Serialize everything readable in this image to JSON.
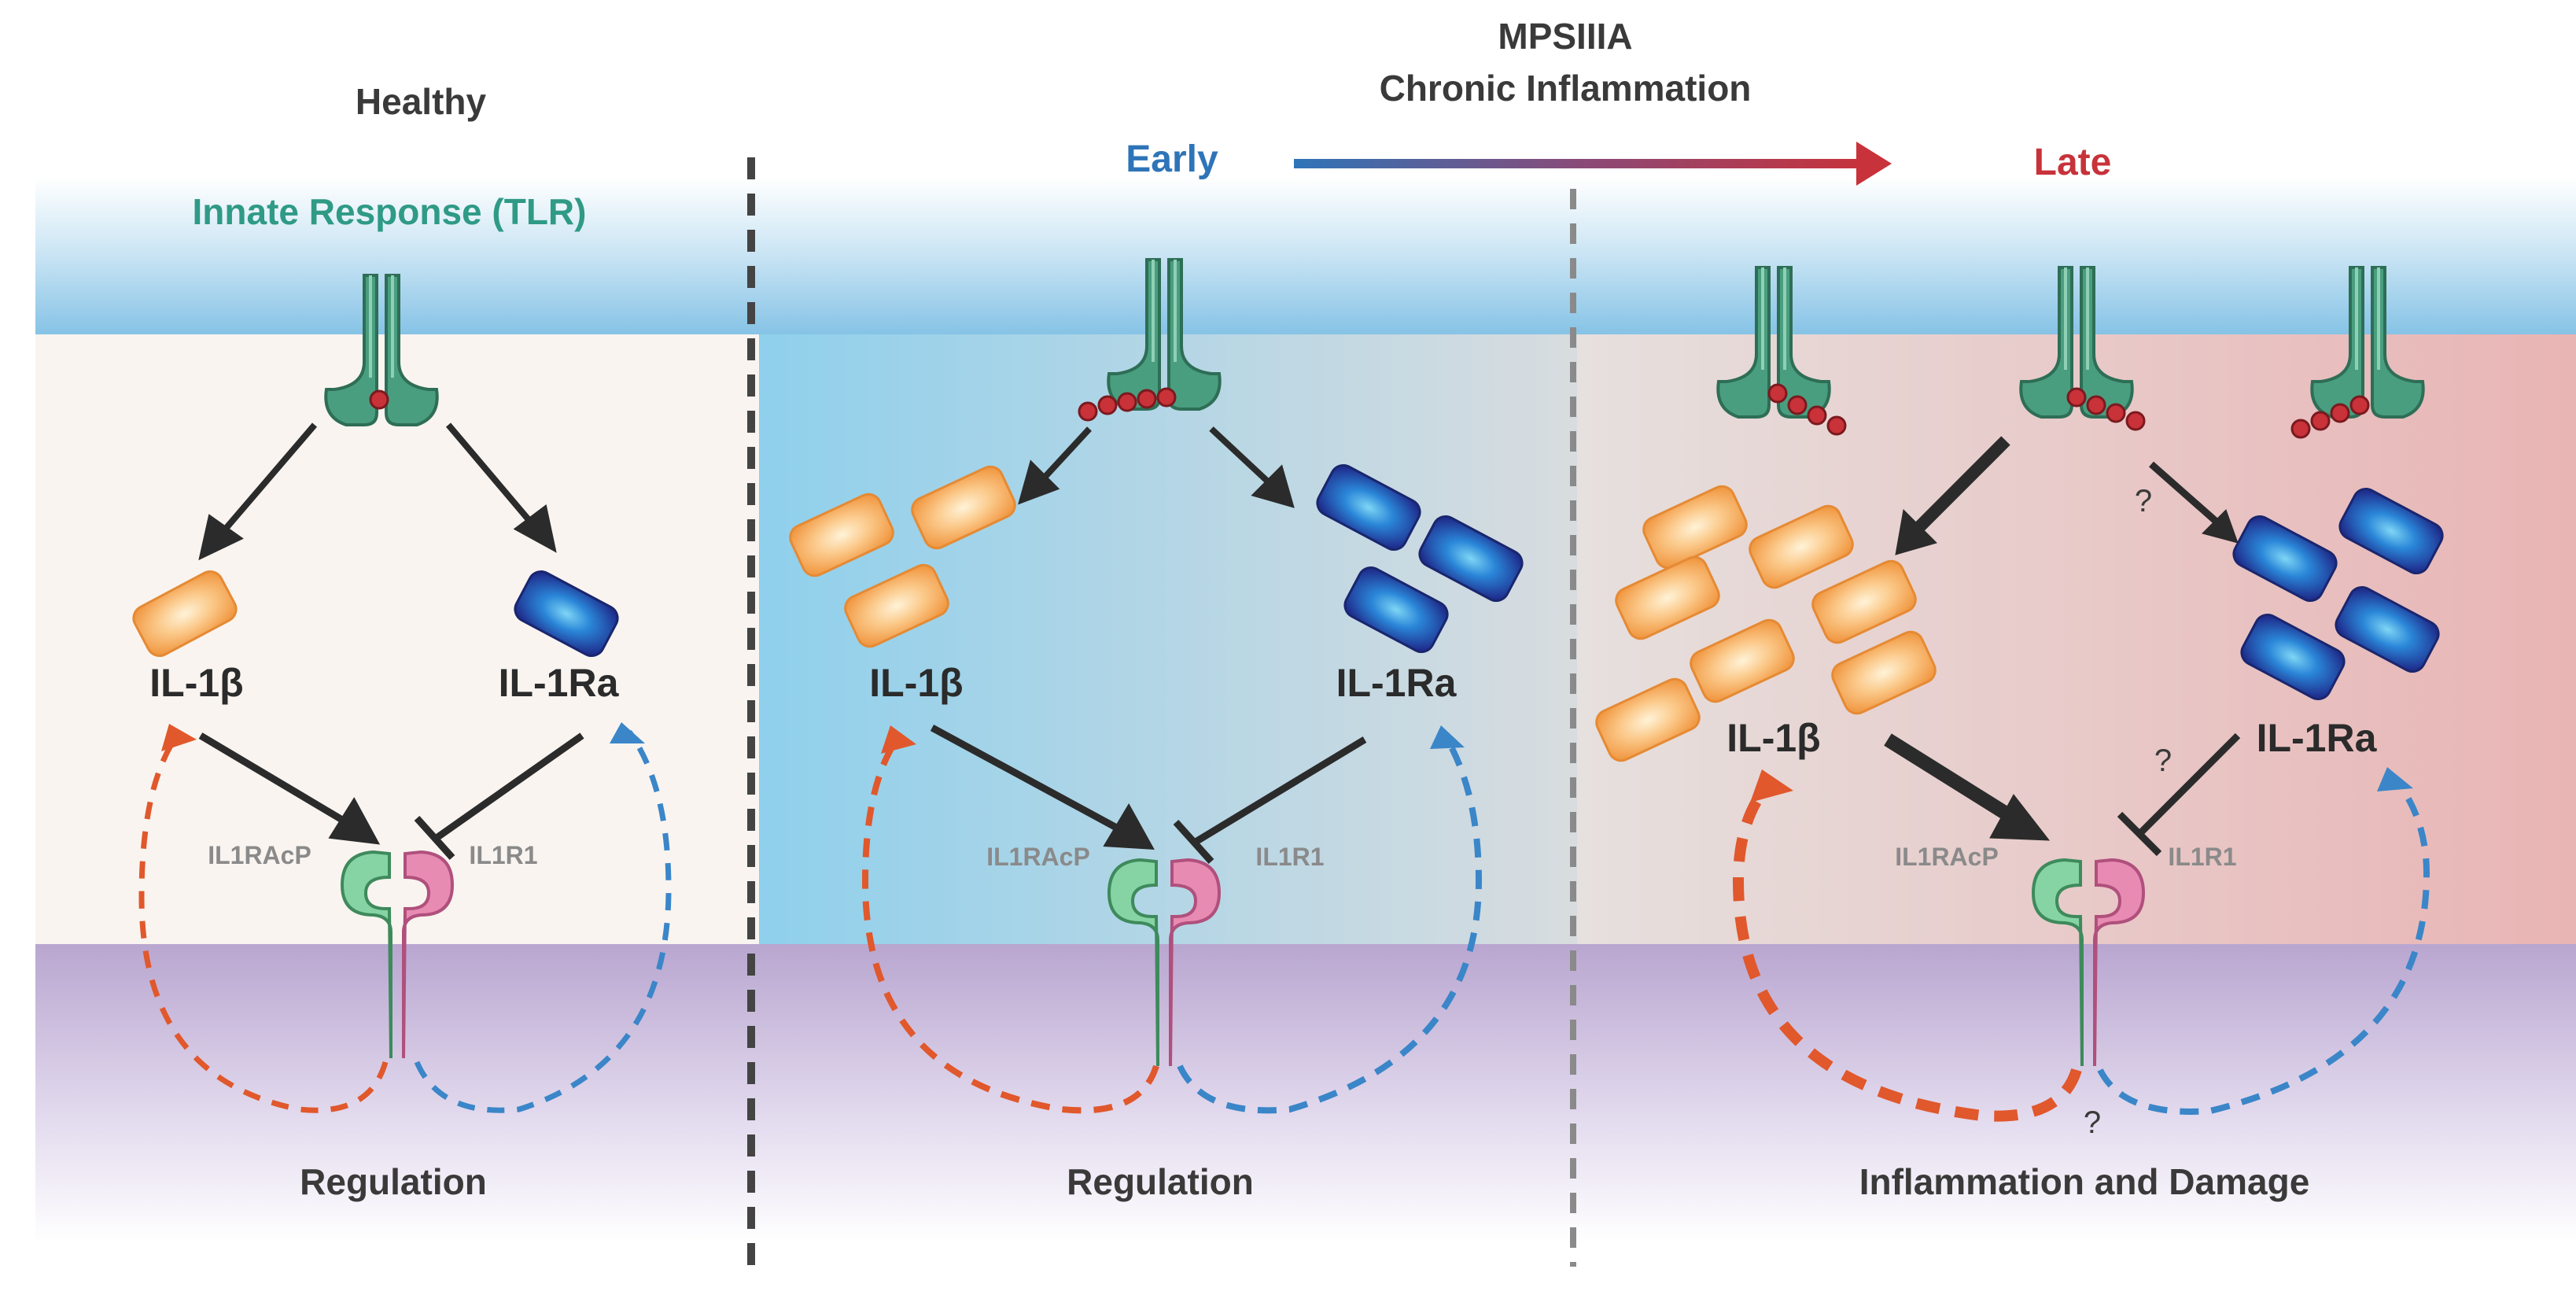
{
  "panels": {
    "healthy": {
      "title": "Healthy",
      "subtitle": "Innate Response (TLR)",
      "cytokine_left": "IL-1β",
      "cytokine_right": "IL-1Ra",
      "receptor_left": "IL1RAcP",
      "receptor_right": "IL1R1",
      "outcome": "Regulation"
    },
    "early": {
      "stage": "Early",
      "cytokine_left": "IL-1β",
      "cytokine_right": "IL-1Ra",
      "receptor_left": "IL1RAcP",
      "receptor_right": "IL1R1",
      "outcome": "Regulation"
    },
    "late": {
      "stage": "Late",
      "cytokine_left": "IL-1β",
      "cytokine_right": "IL-1Ra",
      "receptor_left": "IL1RAcP",
      "receptor_right": "IL1R1",
      "outcome": "Inflammation and Damage",
      "question_marks": [
        "?",
        "?",
        "?"
      ]
    }
  },
  "header": {
    "disease": "MPSIIIA",
    "condition": "Chronic Inflammation"
  },
  "colors": {
    "tlr_green": "#4a9e80",
    "il1b_orange": "#f5a85a",
    "il1ra_blue": "#23389a",
    "early_blue": "#2e74b8",
    "late_red": "#c8323a",
    "title_teal": "#2f9a86",
    "orange_dashed": "#e0582c",
    "blue_dashed": "#3a86c8"
  },
  "legend_icons": [
    "tlr-receptor-icon",
    "il1b-cell-icon",
    "il1ra-cell-icon",
    "il1-receptor-icon"
  ]
}
